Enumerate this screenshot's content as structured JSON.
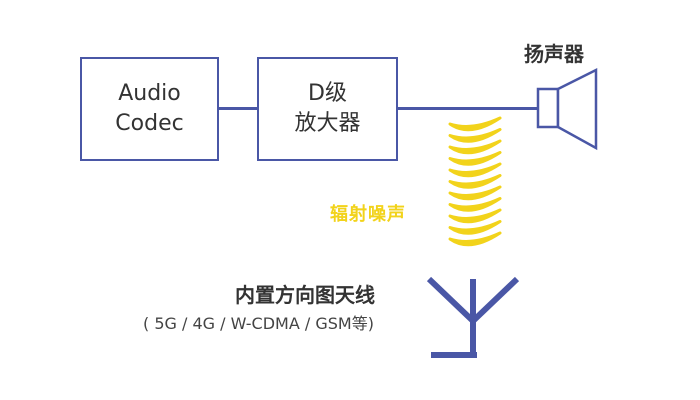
{
  "blocks": {
    "codec": {
      "line1": "Audio",
      "line2": "Codec"
    },
    "amp": {
      "line1": "D级",
      "line2": "放大器"
    }
  },
  "speaker": {
    "label": "扬声器"
  },
  "noise": {
    "label": "辐射噪声",
    "arc_count": 11
  },
  "antenna": {
    "title": "内置方向图天线",
    "bands": "( 5G / 4G / W-CDMA / GSM等)"
  },
  "colors": {
    "block_border": "#4a57a6",
    "noise": "#f2d31b",
    "text": "#333333"
  }
}
